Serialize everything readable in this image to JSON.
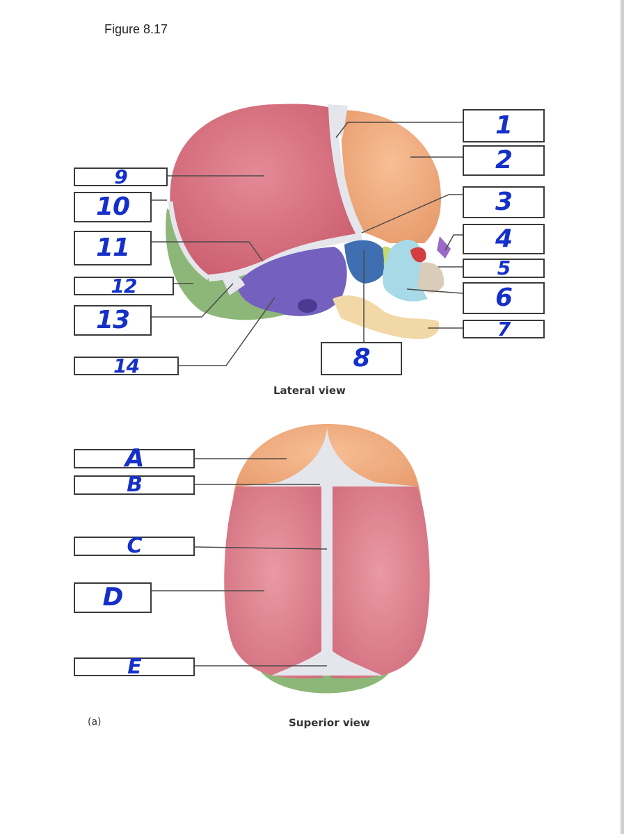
{
  "figure_title": "Figure 8.17",
  "captions": {
    "lateral": "Lateral view",
    "superior": "Superior view",
    "panel": "(a)"
  },
  "lateral_labels": {
    "l1": "1",
    "l2": "2",
    "l3": "3",
    "l4": "4",
    "l5": "5",
    "l6": "6",
    "l7": "7",
    "l8": "8",
    "l9": "9",
    "l10": "10",
    "l11": "11",
    "l12": "12",
    "l13": "13",
    "l14": "14"
  },
  "superior_labels": {
    "A": "A",
    "B": "B",
    "C": "C",
    "D": "D",
    "E": "E"
  },
  "colors": {
    "parietal": "#d9707f",
    "frontal": "#f2ac7e",
    "occipital": "#8db778",
    "temporal": "#7461bf",
    "sphenoid": "#3f6fb0",
    "zygomatic": "#a8d9e6",
    "maxilla": "#f2d8a6",
    "mandible": "#f2d8a6",
    "fontanel": "#e4e6ec",
    "handwriting": "#1530c9"
  }
}
